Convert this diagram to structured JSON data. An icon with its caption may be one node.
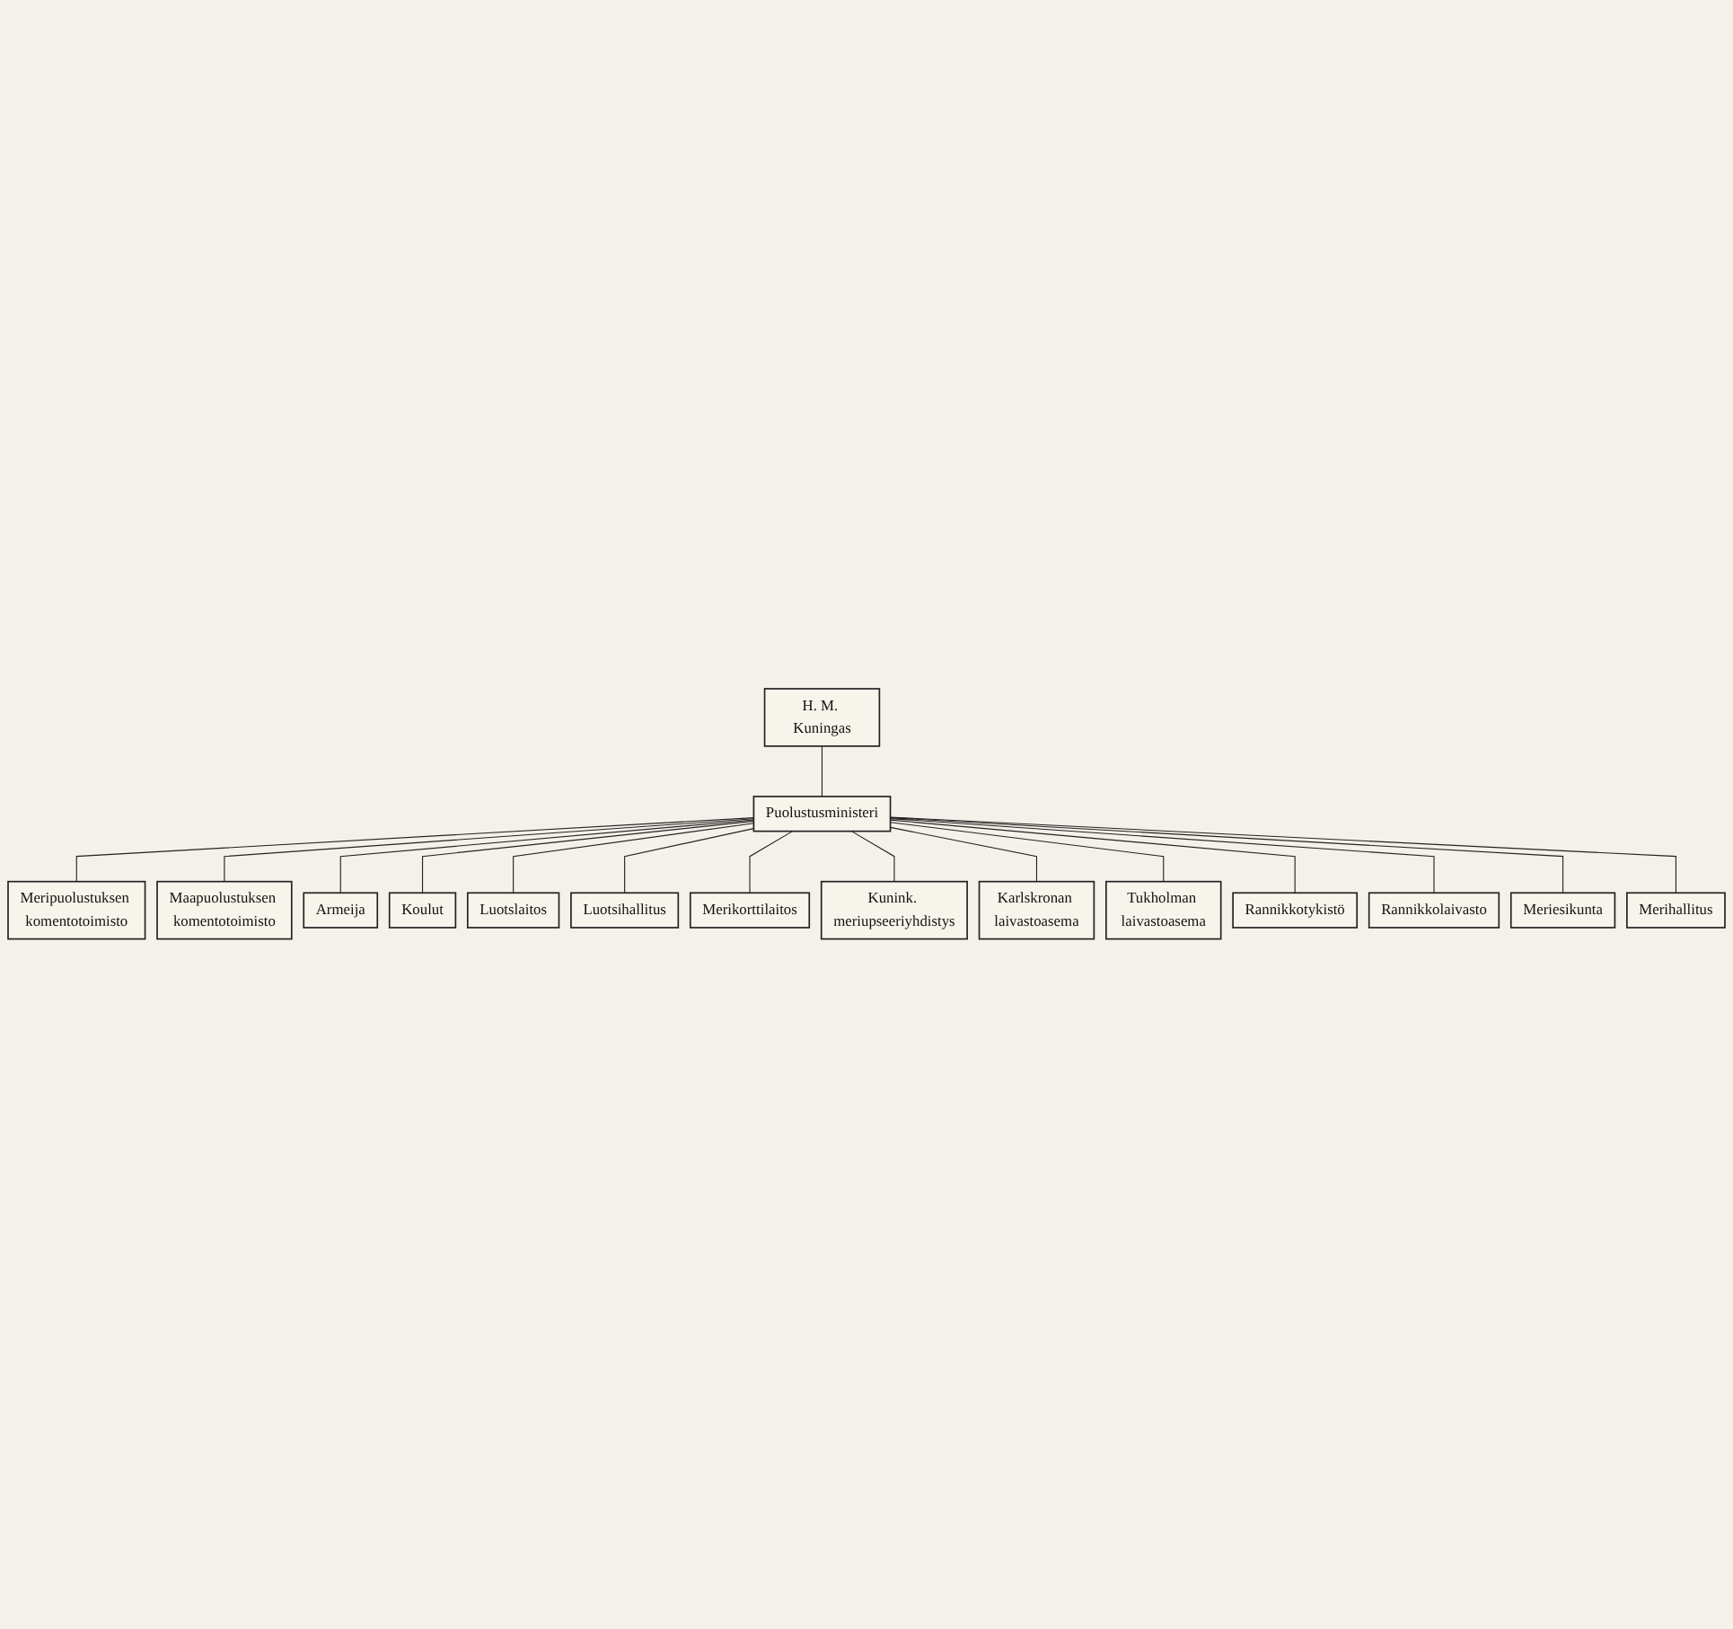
{
  "diagram": {
    "nodes": [
      {
        "text": [
          "H. M. Kuningas"
        ]
      },
      {
        "text": [
          "Puolustusministeri"
        ]
      },
      {
        "text": [
          "Meripuolustuksen komentotoimisto"
        ]
      },
      {
        "text": [
          "Maapuolustuksen komentotoimisto"
        ]
      },
      {
        "text": [
          "Armeija"
        ]
      },
      {
        "text": [
          "Koulut"
        ]
      },
      {
        "text": [
          "Luotslaitos"
        ]
      },
      {
        "text": [
          "Luotsihallitus"
        ]
      },
      {
        "text": [
          "Merikorttilaitos"
        ]
      },
      {
        "text": [
          "Kunink. meriupseeriyhdistys"
        ]
      },
      {
        "text": [
          "Karlskronan laivastoasema"
        ]
      },
      {
        "text": [
          "Tukholman laivastoasema"
        ]
      },
      {
        "text": [
          "Rannikkotykistö"
        ]
      },
      {
        "text": [
          "Rannikkolaivasto"
        ]
      },
      {
        "text": [
          "Meriesikunta"
        ]
      },
      {
        "text": [
          "Merihallitus"
        ]
      }
    ],
    "edges": [
      {
        "from": 0,
        "to": 1,
        "arrow": "none"
      },
      {
        "from": 1,
        "to": 2,
        "arrow": "none"
      },
      {
        "from": 1,
        "to": 3,
        "arrow": "none"
      },
      {
        "from": 1,
        "to": 4,
        "arrow": "none"
      },
      {
        "from": 1,
        "to": 5,
        "arrow": "none"
      },
      {
        "from": 1,
        "to": 6,
        "arrow": "none"
      },
      {
        "from": 1,
        "to": 7,
        "arrow": "none"
      },
      {
        "from": 1,
        "to": 8,
        "arrow": "none"
      },
      {
        "from": 1,
        "to": 9,
        "arrow": "none"
      },
      {
        "from": 1,
        "to": 10,
        "arrow": "none"
      },
      {
        "from": 1,
        "to": 11,
        "arrow": "none"
      },
      {
        "from": 1,
        "to": 12,
        "arrow": "none"
      },
      {
        "from": 1,
        "to": 13,
        "arrow": "none"
      },
      {
        "from": 1,
        "to": 14,
        "arrow": "none"
      },
      {
        "from": 1,
        "to": 15,
        "arrow": "none"
      }
    ]
  }
}
